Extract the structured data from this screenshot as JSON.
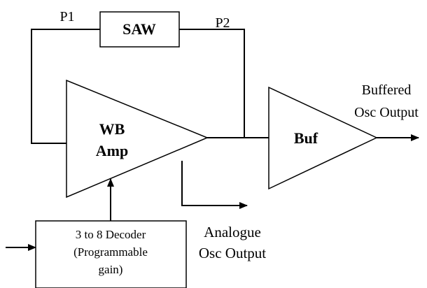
{
  "blocks": {
    "saw": {
      "label": "SAW"
    },
    "wb_amp": {
      "line1": "WB",
      "line2": "Amp"
    },
    "buffer": {
      "label": "Buf"
    },
    "decoder": {
      "line1": "3 to 8 Decoder",
      "line2": "(Programmable",
      "line3": "gain)"
    }
  },
  "ports": {
    "p1": "P1",
    "p2": "P2"
  },
  "outputs": {
    "buffered": {
      "line1": "Buffered",
      "line2": "Osc Output"
    },
    "analogue": {
      "line1": "Analogue",
      "line2": "Osc Output"
    }
  },
  "colors": {
    "line": "#000000",
    "background": "#ffffff"
  }
}
